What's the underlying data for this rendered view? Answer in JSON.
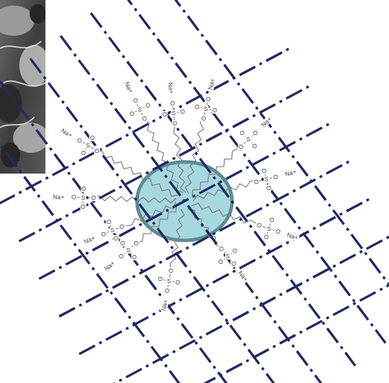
{
  "diagram": {
    "labels": [
      "O",
      "S",
      "O",
      "O",
      "O",
      "Na+",
      "O",
      "S",
      "O",
      "O",
      "O",
      "Na+",
      "O",
      "S",
      "O",
      "O",
      "O",
      "Na+",
      "O",
      "S",
      "O",
      "O",
      "O",
      "Na+",
      "O",
      "S",
      "O",
      "O",
      "O",
      "Na+",
      "O",
      "S",
      "O",
      "O",
      "O",
      "Na+",
      "O",
      "S",
      "O",
      "O",
      "O",
      "Na+",
      "O",
      "S",
      "O",
      "O",
      "O",
      "Na+",
      "O",
      "S",
      "O",
      "O",
      "O",
      "Na+",
      "O",
      "S",
      "O",
      "O",
      "O",
      "Na+",
      "O",
      "S",
      "O",
      "O",
      "O",
      "Na+",
      "O",
      "S",
      "O",
      "O",
      "O",
      "Na+"
    ]
  }
}
